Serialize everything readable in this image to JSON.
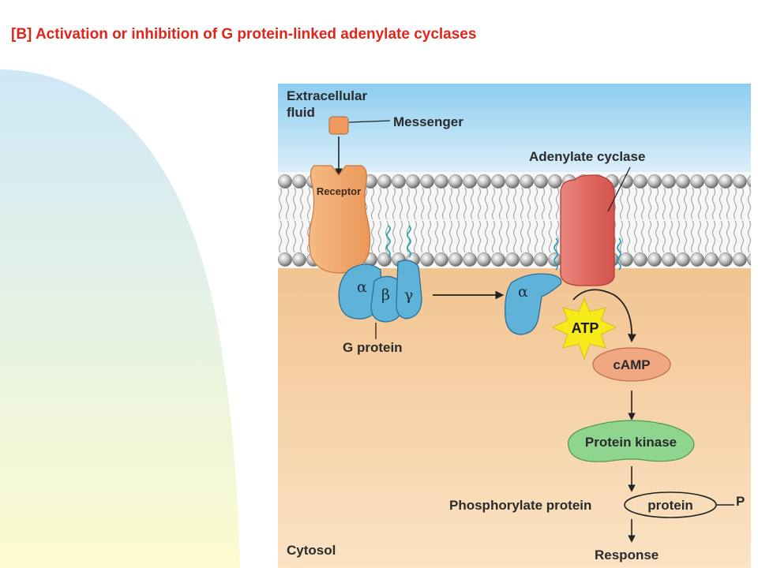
{
  "title": "[B] Activation or inhibition of G protein-linked adenylate cyclases",
  "labels": {
    "extracellular_line1": "Extracellular",
    "extracellular_line2": "fluid",
    "messenger": "Messenger",
    "receptor": "Receptor",
    "adenylate_cyclase": "Adenylate cyclase",
    "alpha": "α",
    "beta": "β",
    "gamma": "γ",
    "g_protein": "G protein",
    "atp": "ATP",
    "camp": "cAMP",
    "protein_kinase": "Protein kinase",
    "phosphorylate_protein": "Phosphorylate protein",
    "protein": "protein",
    "phosphate": "P",
    "cytosol": "Cytosol",
    "response": "Response"
  },
  "colors": {
    "title": "#e0251b",
    "receptor": "#f0a56a",
    "adenylate_cyclase": "#e2625c",
    "g_protein": "#5fb2d8",
    "atp_burst": "#f6ea1a",
    "camp": "#efa882",
    "protein_kinase": "#8fd58f"
  }
}
